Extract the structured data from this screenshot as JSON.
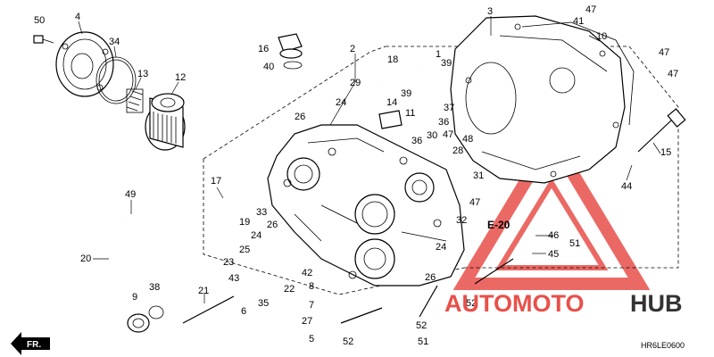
{
  "diagram": {
    "callouts": [
      "50",
      "4",
      "34",
      "13",
      "12",
      "16",
      "40",
      "2",
      "18",
      "1",
      "39",
      "3",
      "41",
      "47",
      "10",
      "47",
      "47",
      "29",
      "26",
      "24",
      "39",
      "37",
      "14",
      "11",
      "36",
      "36",
      "30",
      "47",
      "48",
      "28",
      "15",
      "17",
      "19",
      "33",
      "31",
      "49",
      "26",
      "24",
      "47",
      "32",
      "E-20",
      "46",
      "51",
      "44",
      "25",
      "24",
      "23",
      "43",
      "42",
      "22",
      "45",
      "20",
      "9",
      "38",
      "21",
      "6",
      "35",
      "8",
      "26",
      "52",
      "7",
      "27",
      "52",
      "5",
      "52",
      "51"
    ],
    "diagram_code": "HR6LE0600",
    "front_label": "FR.",
    "section_ref": "E-20"
  },
  "watermark": {
    "brand_left": "AUTOMOTO",
    "brand_right": "HUB",
    "accent": "#e8504a",
    "dark": "#333333"
  }
}
